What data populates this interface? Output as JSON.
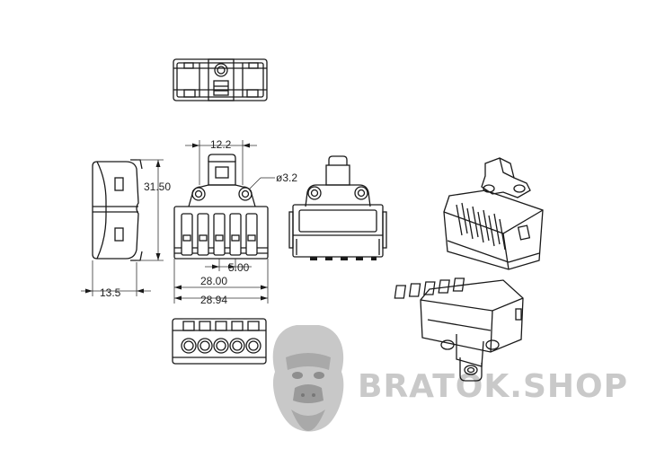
{
  "dimensions": {
    "top_width": "12.2",
    "hole_diameter": "ø3.2",
    "side_height": "31.50",
    "pitch": "5.00",
    "inner_width": "28.00",
    "outer_width": "28.94",
    "depth": "13.5"
  },
  "watermark": {
    "text": "BRATOK.SHOP",
    "icon": "gorilla-logo"
  }
}
